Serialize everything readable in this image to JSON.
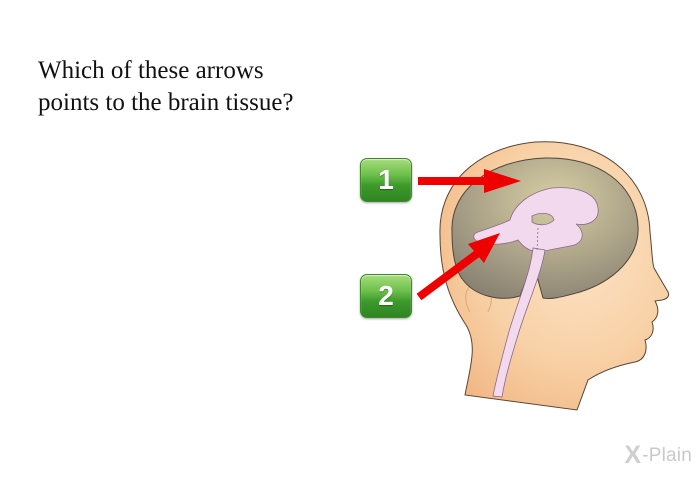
{
  "question": {
    "line1": "Which of these arrows",
    "line2": "points to the brain tissue?"
  },
  "answers": [
    {
      "label": "1",
      "points_to": "brain-tissue"
    },
    {
      "label": "2",
      "points_to": "ventricles"
    }
  ],
  "logo": {
    "mark": "X",
    "text": "-Plain"
  },
  "colors": {
    "skin": "#f6c99a",
    "brain": "#9c937c",
    "ventricles": "#f3d9ee",
    "arrow": "#ee0000",
    "button": "#5cb03c"
  }
}
